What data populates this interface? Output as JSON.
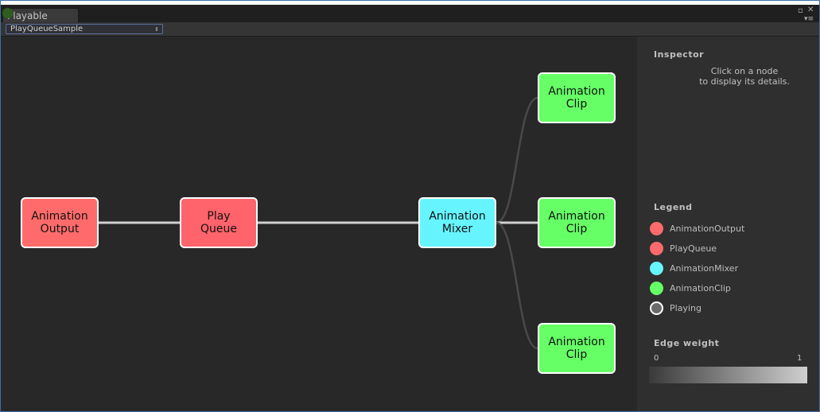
{
  "window": {
    "tab_title": "Playable Graph",
    "controls": {
      "maximize": "▫",
      "close": "✕",
      "menu": "▾≡"
    }
  },
  "toolbar": {
    "graph_selector": {
      "value": "PlayQueueSample",
      "arrows": "⇕"
    }
  },
  "graph": {
    "nodes": [
      {
        "id": "animation-output",
        "label": "Animation\nOutput",
        "type": "AnimationOutput",
        "color": "#ff6b6b"
      },
      {
        "id": "play-queue",
        "label": "Play\nQueue",
        "type": "PlayQueue",
        "color": "#ff636b"
      },
      {
        "id": "animation-mixer",
        "label": "Animation\nMixer",
        "type": "AnimationMixer",
        "color": "#66f5ff"
      },
      {
        "id": "animation-clip-1",
        "label": "Animation\nClip",
        "type": "AnimationClip",
        "color": "#66ff66"
      },
      {
        "id": "animation-clip-2",
        "label": "Animation\nClip",
        "type": "AnimationClip",
        "color": "#66ff66"
      },
      {
        "id": "animation-clip-3",
        "label": "Animation\nClip",
        "type": "AnimationClip",
        "color": "#66ff66"
      }
    ],
    "edges": [
      {
        "from": "animation-output",
        "to": "play-queue",
        "weight": 1
      },
      {
        "from": "play-queue",
        "to": "animation-mixer",
        "weight": 1
      },
      {
        "from": "animation-mixer",
        "to": "animation-clip-1",
        "weight": 0.1
      },
      {
        "from": "animation-mixer",
        "to": "animation-clip-2",
        "weight": 1
      },
      {
        "from": "animation-mixer",
        "to": "animation-clip-3",
        "weight": 0.1
      }
    ]
  },
  "inspector": {
    "title": "Inspector",
    "hint_line1": "Click on a node",
    "hint_line2": "to display its details."
  },
  "legend": {
    "title": "Legend",
    "items": [
      {
        "label": "AnimationOutput",
        "color": "#ff6b6b"
      },
      {
        "label": "PlayQueue",
        "color": "#ff6b6b"
      },
      {
        "label": "AnimationMixer",
        "color": "#66f5ff"
      },
      {
        "label": "AnimationClip",
        "color": "#66ff66"
      },
      {
        "label": "Playing",
        "color": "#6a6a6a",
        "border": "#ffffff"
      }
    ]
  },
  "edge_weight": {
    "title": "Edge weight",
    "min": "0",
    "max": "1"
  }
}
